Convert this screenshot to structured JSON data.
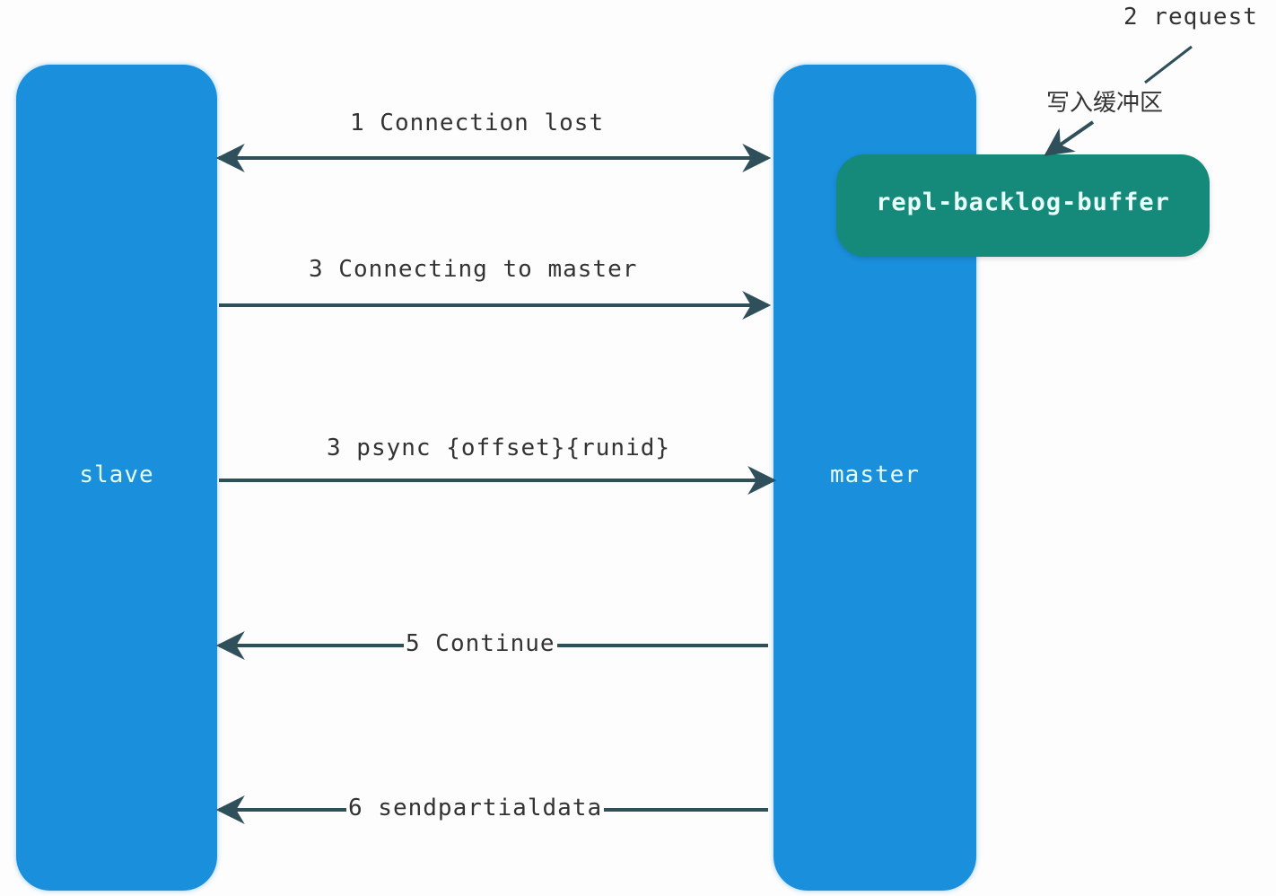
{
  "participants": {
    "slave": "slave",
    "master": "master"
  },
  "buffer": {
    "label": "repl-backlog-buffer"
  },
  "notes": {
    "request": "2 request",
    "write_buffer": "写入缓冲区"
  },
  "messages": [
    {
      "label": "1 Connection lost",
      "direction": "both"
    },
    {
      "label": "3 Connecting to master",
      "direction": "to-master"
    },
    {
      "label": "3 psync {offset}{runid}",
      "direction": "to-master"
    },
    {
      "label": "5 Continue",
      "direction": "to-slave"
    },
    {
      "label": "6 sendpartialdata",
      "direction": "to-slave"
    }
  ],
  "colors": {
    "node": "#1a8fdc",
    "buffer": "#168a7a",
    "arrow": "#2f4f5a"
  }
}
